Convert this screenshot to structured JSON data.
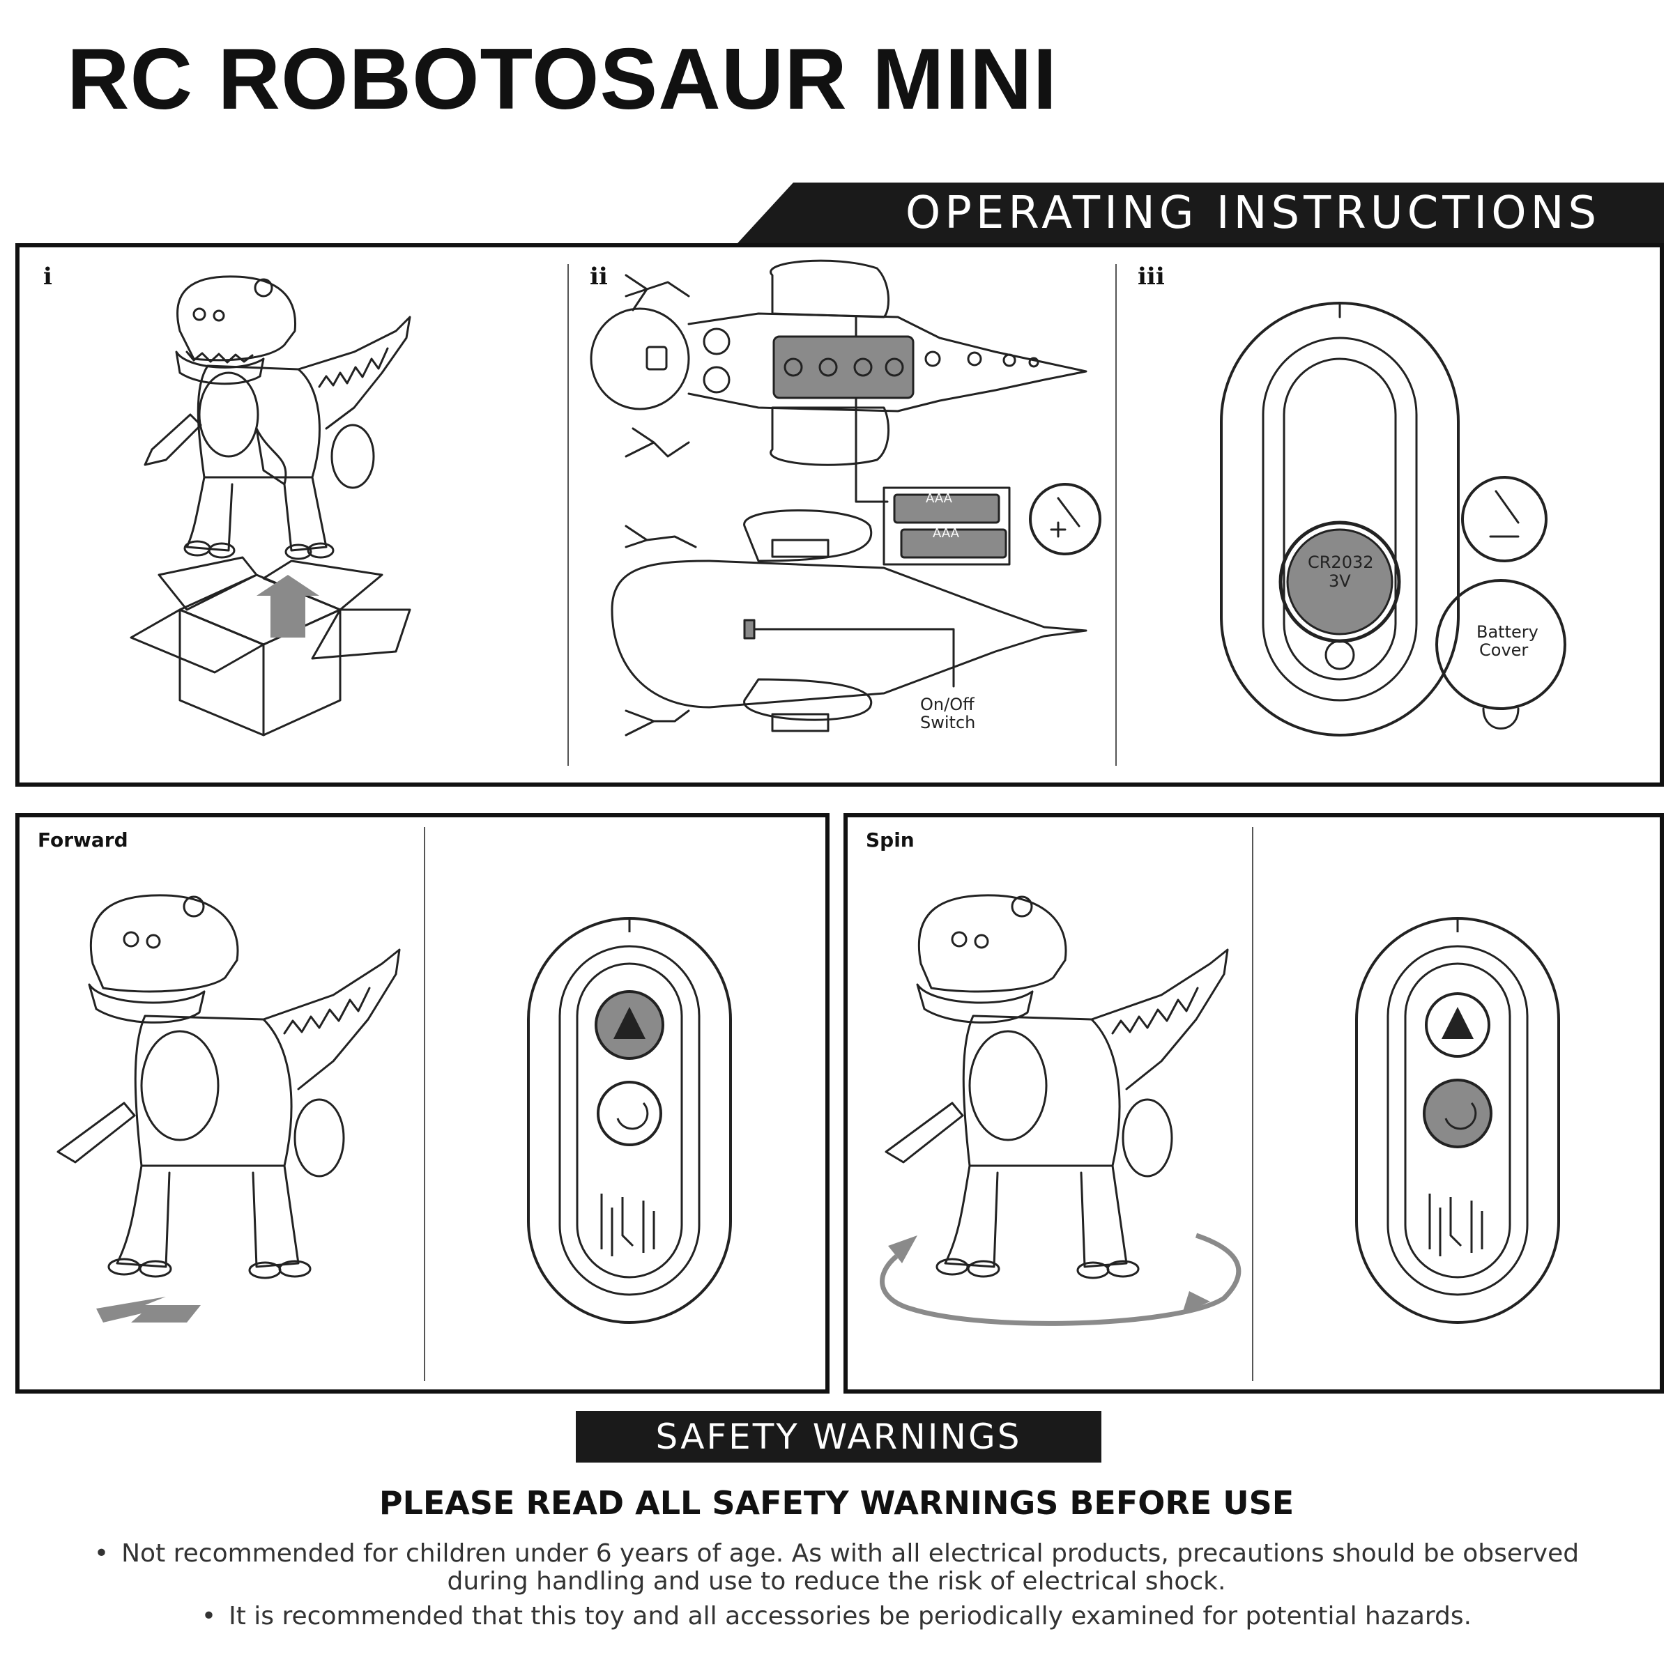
{
  "title": "RC ROBOTOSAUR MINI",
  "operating_banner": "OPERATING INSTRUCTIONS",
  "steps": [
    "i",
    "ii",
    "iii"
  ],
  "battery_labels": [
    "AAA",
    "AAA"
  ],
  "switch_label_line1": "On/Off",
  "switch_label_line2": "Switch",
  "coin_cell_line1": "CR2032",
  "coin_cell_line2": "3V",
  "battery_cover_line1": "Battery",
  "battery_cover_line2": "Cover",
  "modes": [
    {
      "label": "Forward"
    },
    {
      "label": "Spin"
    }
  ],
  "safety_banner": "SAFETY WARNINGS",
  "safety_heading": "PLEASE READ ALL SAFETY WARNINGS BEFORE USE",
  "warnings": [
    "Not recommended for children under 6 years of age. As with all electrical products, precautions should be observed during handling and use to reduce the risk of electrical shock.",
    "It is recommended that this toy and all accessories be periodically examined for potential hazards."
  ],
  "colors": {
    "ink": "#111111",
    "accent_gray": "#8a8a8a",
    "banner": "#1a1a1a"
  }
}
